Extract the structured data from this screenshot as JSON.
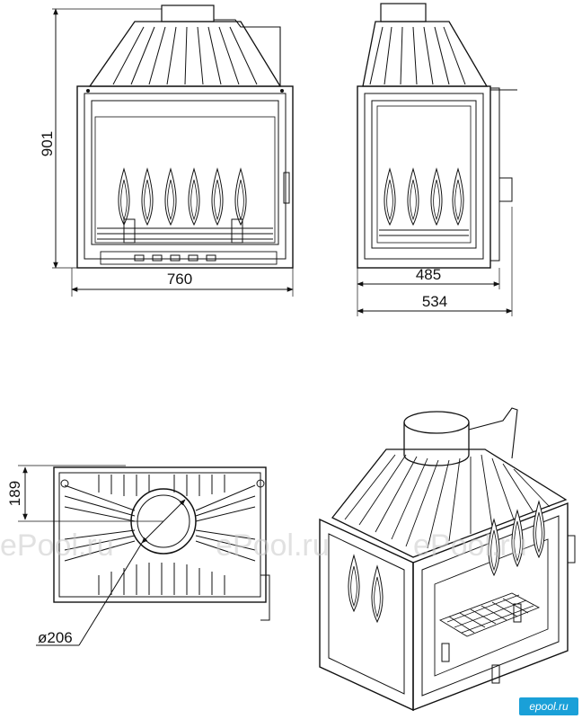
{
  "dimensions": {
    "height": "901",
    "width_front": "760",
    "depth_door": "485",
    "depth_total": "534",
    "flue_offset": "189",
    "flue_diameter": "ø206"
  },
  "watermarks": [
    "ePool.ru",
    "ePool.ru",
    "ePool.ru"
  ],
  "brand": {
    "logo_text": "epool.ru",
    "logo_color": "#1aa0d8"
  },
  "colors": {
    "line": "#111111",
    "watermark": "#c9c9c9"
  }
}
